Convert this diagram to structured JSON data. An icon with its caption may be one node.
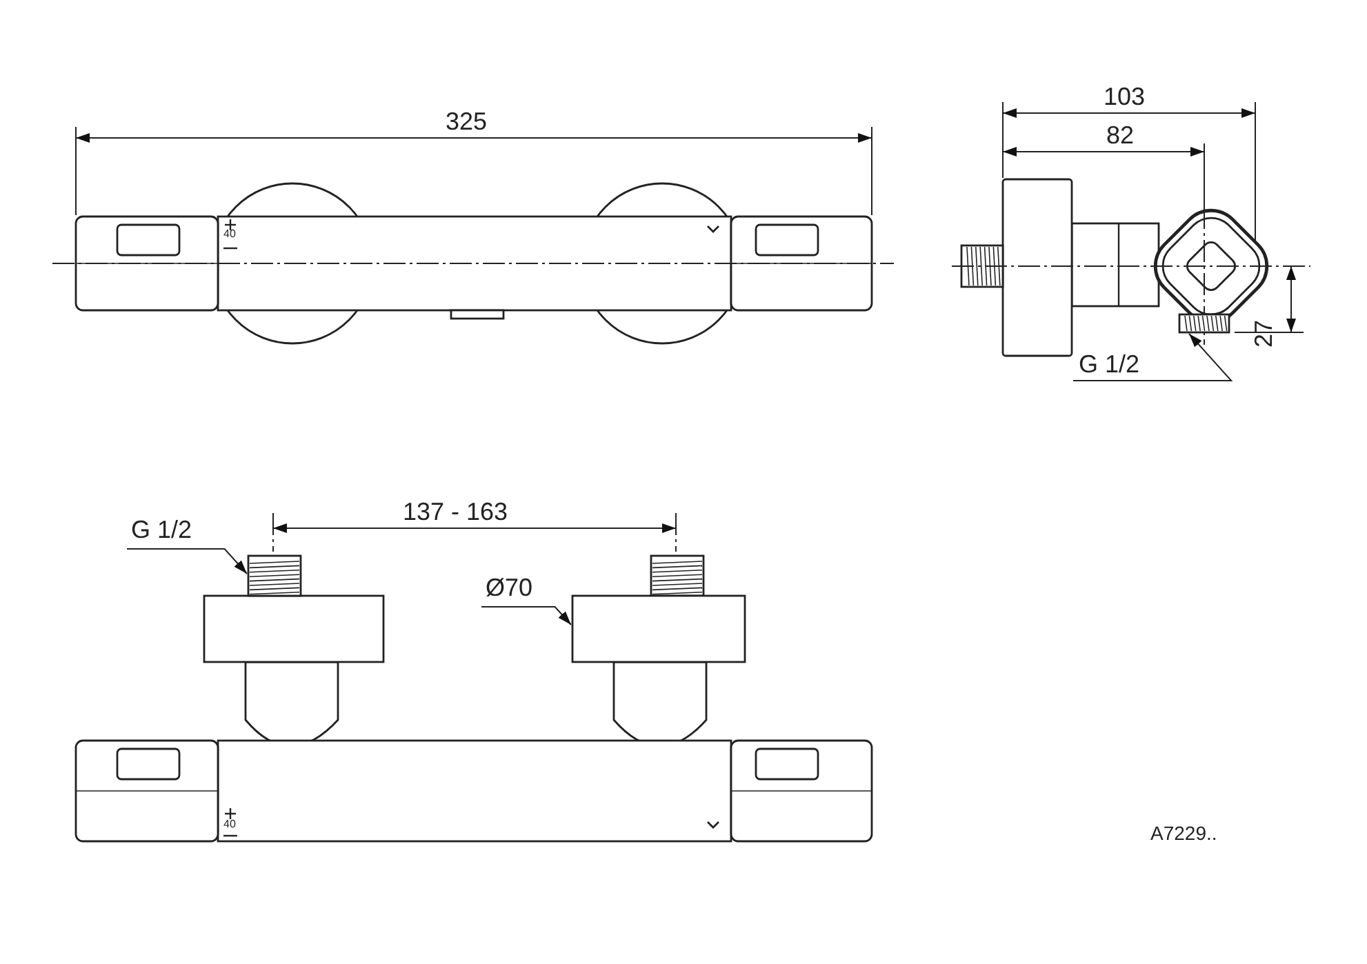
{
  "diagram": {
    "nodes": [
      {
        "text": [
          "G 1/2"
        ]
      },
      {
        "text": [],
        "shape": "picture"
      },
      {
        "text": [
          "G 1/2"
        ]
      },
      {
        "text": [],
        "shape": "picture"
      },
      {
        "text": [
          "Ø70"
        ]
      },
      {
        "text": [],
        "shape": "box"
      }
    ],
    "edges": [
      {
        "from": 0,
        "to": 1,
        "arrow": "to"
      },
      {
        "from": 2,
        "to": 3,
        "arrow": "to"
      },
      {
        "from": 4,
        "to": 5,
        "arrow": "to"
      }
    ],
    "labels": [
      "325",
      "103",
      "82",
      "40",
      "27",
      "137 - 163",
      "40",
      "A7229.."
    ]
  }
}
